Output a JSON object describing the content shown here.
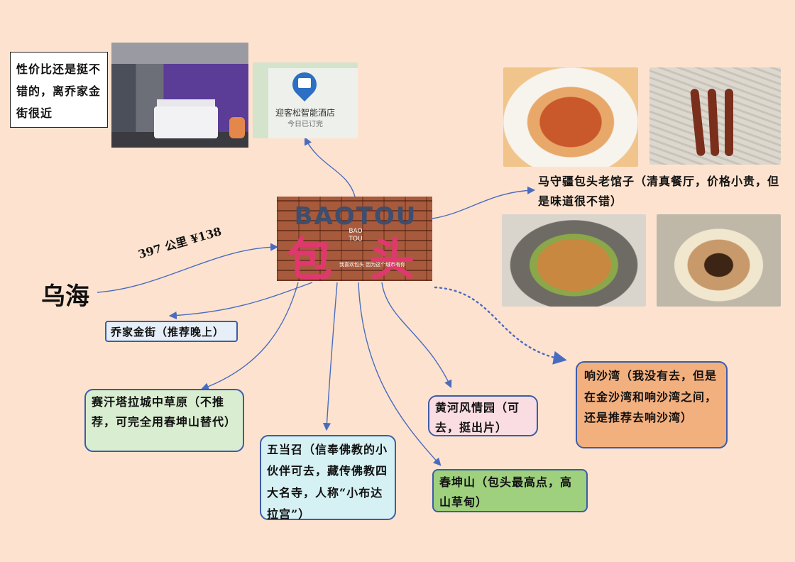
{
  "hotel_note": "性价比还是挺不错的，离乔家金街很近",
  "hotel_map": {
    "name": "迎客松智能酒店",
    "status": "今日已订完"
  },
  "center_banner": {
    "latin": "BAOTOU",
    "char1": "包",
    "char2": "头",
    "mini": "BAO TOU",
    "tagline": "我喜欢包头 因为这个城市有你"
  },
  "origin": {
    "city": "乌海",
    "route": "397 公里 ¥138"
  },
  "restaurant": "马守疆包头老馆子（清真餐厅，价格小贵，但是味道很不错）",
  "nodes": {
    "qiaojia": "乔家金街（推荐晚上）",
    "saihan": "赛汗塔拉城中草原（不推荐，可完全用春坤山替代）",
    "wudangzhao": "五当召（信奉佛教的小伙伴可去，藏传佛教四大名寺，人称“小布达拉宫”）",
    "yellowriver": "黄河风情园（可去，挺出片）",
    "chunkunshan": "春坤山（包头最高点，高山草甸）",
    "xiangshawan": "响沙湾（我没有去，但是在金沙湾和响沙湾之间，还是推荐去响沙湾）"
  },
  "colors": {
    "background": "#fde3cf",
    "line": "#4a6cc0",
    "qiaojia": "#e6eef7",
    "saihan": "#d9edd0",
    "wudangzhao": "#d6f1f4",
    "yellowriver": "#f9dde3",
    "chunkunshan": "#9ed07e",
    "xiangshawan": "#f3b07f"
  },
  "icons": [
    "hotel-pin-icon"
  ]
}
